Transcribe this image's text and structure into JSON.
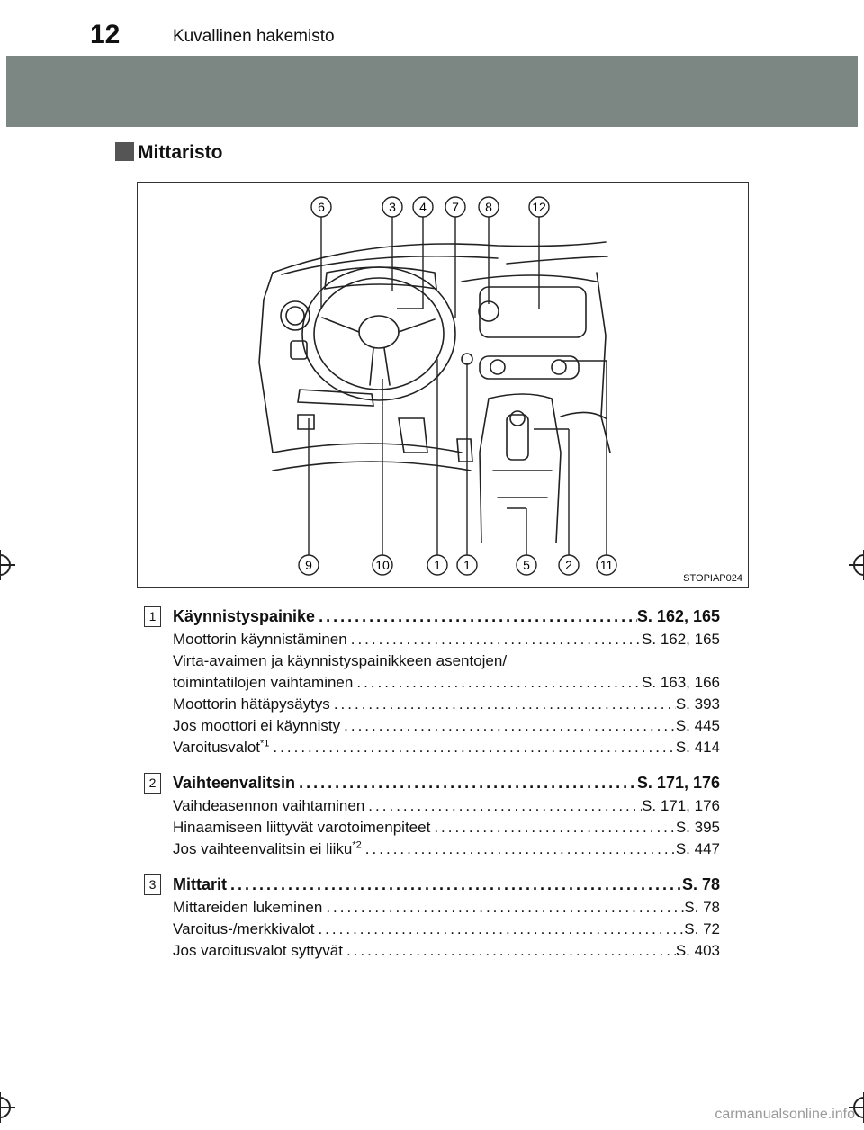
{
  "header": {
    "page_number": "12",
    "title": "Kuvallinen hakemisto"
  },
  "section": {
    "title": "Mittaristo"
  },
  "figure": {
    "code": "STOPIAP024",
    "callouts_top": [
      "6",
      "3",
      "4",
      "7",
      "8",
      "12"
    ],
    "callouts_bottom": [
      "9",
      "10",
      "1",
      "1",
      "5",
      "2",
      "11"
    ]
  },
  "entries": [
    {
      "number": "1",
      "title": "Käynnistyspainike",
      "title_page": "S. 162, 165",
      "items": [
        {
          "label": "Moottorin käynnistäminen",
          "page": "S. 162, 165"
        },
        {
          "label_line": "Virta-avaimen ja käynnistyspainikkeen asentojen/"
        },
        {
          "label": "toimintatilojen vaihtaminen",
          "page": "S. 163, 166"
        },
        {
          "label": "Moottorin hätäpysäytys",
          "page": "S. 393"
        },
        {
          "label": "Jos moottori ei käynnisty",
          "page": "S. 445"
        },
        {
          "label": "Varoitusvalot",
          "sup": "*1",
          "page": "S. 414"
        }
      ]
    },
    {
      "number": "2",
      "title": "Vaihteenvalitsin",
      "title_page": "S. 171, 176",
      "items": [
        {
          "label": "Vaihdeasennon vaihtaminen",
          "page": "S. 171, 176"
        },
        {
          "label": "Hinaamiseen liittyvät varotoimenpiteet",
          "page": "S. 395"
        },
        {
          "label": "Jos vaihteenvalitsin ei liiku",
          "sup": "*2",
          "page": "S. 447"
        }
      ]
    },
    {
      "number": "3",
      "title": "Mittarit",
      "title_page": "S. 78",
      "items": [
        {
          "label": "Mittareiden lukeminen",
          "page": "S. 78"
        },
        {
          "label": "Varoitus-/merkkivalot",
          "page": "S. 72"
        },
        {
          "label": "Jos varoitusvalot syttyvät",
          "page": "S. 403"
        }
      ]
    }
  ],
  "footer": {
    "watermark": "carmanualsonline.info"
  }
}
